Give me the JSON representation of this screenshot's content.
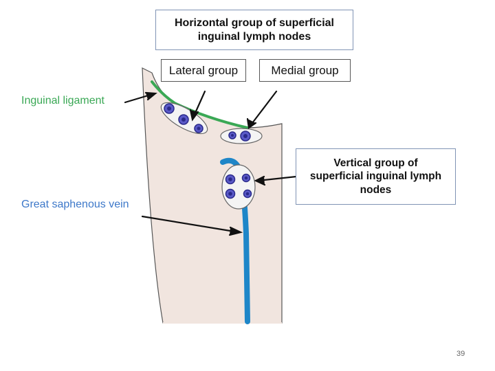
{
  "horizontal_group_title": {
    "line1": "Horizontal group of superficial",
    "line2": "inguinal lymph nodes"
  },
  "lateral_group_label": "Lateral group",
  "medial_group_label": "Medial group",
  "vertical_group_title": {
    "line1": "Vertical group of",
    "line2": "superficial inguinal lymph",
    "line3": "nodes"
  },
  "inguinal_ligament_label": "Inguinal ligament",
  "great_saphenous_vein_label": "Great saphenous vein",
  "page_number": "39",
  "colors": {
    "thigh_fill": "#f1e5df",
    "ligament": "#3aa855",
    "vein": "#1e86c8",
    "node_fill": "#5a5ac8",
    "node_core": "#2a2a8a"
  }
}
